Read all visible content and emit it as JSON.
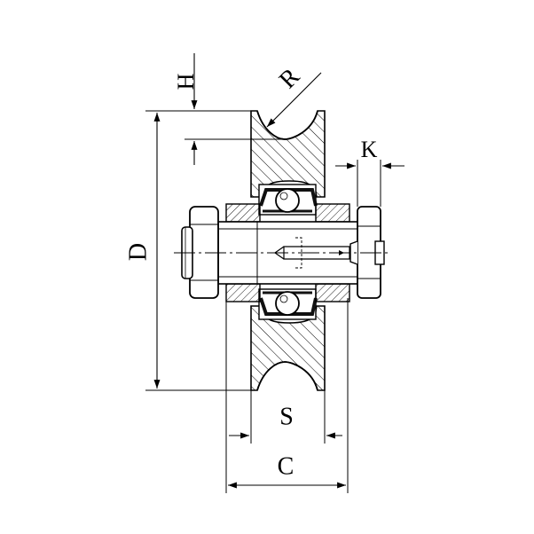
{
  "labels": {
    "H": "H",
    "R": "R",
    "K": "K",
    "D": "D",
    "S": "S",
    "C": "C"
  },
  "colors": {
    "line": "#000000",
    "background": "#ffffff",
    "seal": "#111111"
  }
}
